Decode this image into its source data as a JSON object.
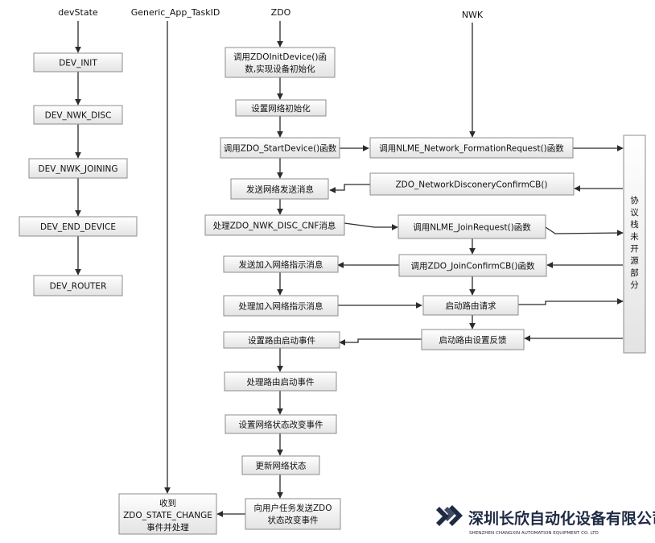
{
  "headers": {
    "devstate": "devState",
    "taskid": "Generic_App_TaskID",
    "zdo": "ZDO",
    "nwk": "NWK"
  },
  "devstate_boxes": [
    "DEV_INIT",
    "DEV_NWK_DISC",
    "DEV_NWK_JOINING",
    "DEV_END_DEVICE",
    "DEV_ROUTER"
  ],
  "zdo_boxes": {
    "init_device": [
      "调用ZDOInitDevice()函",
      "数,实现设备初始化"
    ],
    "set_nwk_init": "设置网络初始化",
    "call_start_device": "调用ZDO_StartDevice()函数",
    "send_nwk_msg": "发送网络发送消息",
    "process_disc_cnf": "处理ZDO_NWK_DISC_CNF消息",
    "send_join_msg": "发送加入网络指示消息",
    "process_join_msg": "处理加入网络指示消息",
    "set_route_event": "设置路由启动事件",
    "process_route_event": "处理路由启动事件",
    "set_state_change": "设置网络状态改变事件",
    "update_state": "更新网络状态",
    "send_to_user": [
      "向用户任务发送ZDO",
      "状态改变事件"
    ]
  },
  "nwk_boxes": {
    "formation_request": "调用NLME_Network_FormationRequest()函数",
    "discovery_confirm": "ZDO_NetworkDisconeryConfirmCB()",
    "join_request": "调用NLME_JoinRequest()函数",
    "join_confirm": "调用ZDO_JoinConfirmCB()函数",
    "start_route_request": "启动路由请求",
    "route_feedback": "启动路由设置反馈"
  },
  "stack_box": [
    "协",
    "议",
    "栈",
    "未",
    "开",
    "源",
    "部",
    "分"
  ],
  "receive_box": [
    "收到",
    "ZDO_STATE_CHANGE",
    "事件并处理"
  ],
  "logo": {
    "name_cn": "深圳长欣自动化设备有限公司",
    "name_en": "SHENZHEN CHANGXIN AUTOMATION EQUIPMENT CO. LTD",
    "color_primary": "#1f2a44"
  },
  "colors": {
    "box_top": "#ffffff",
    "box_bottom": "#e3e3e3",
    "box_border": "#8c8c8c",
    "line": "#2b2b2b"
  }
}
